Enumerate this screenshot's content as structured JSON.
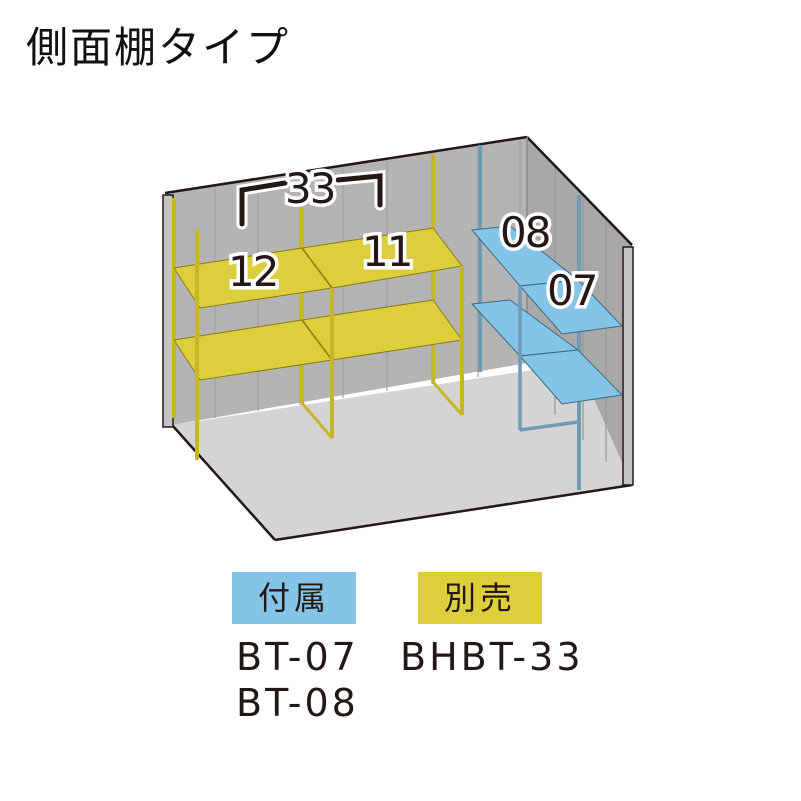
{
  "title": "側面棚タイプ",
  "diagram": {
    "labels": {
      "set_33": "33",
      "shelf_12": "12",
      "shelf_11": "11",
      "shelf_08": "08",
      "shelf_07": "07"
    },
    "colors": {
      "wall": "#b4b4b4",
      "wall_dark": "#a2a2a2",
      "floor": "#d4d4d4",
      "outline": "#231815",
      "yellow_shelf": "#ddcf3c",
      "yellow_frame": "#c9b52a",
      "blue_shelf": "#84c4e6",
      "blue_frame": "#6e9cb6"
    }
  },
  "legend": {
    "included": {
      "label": "付属",
      "color": "#84c4e6",
      "codes": [
        "BT-07",
        "BT-08"
      ]
    },
    "sold_separately": {
      "label": "別売",
      "color": "#ddcf3c",
      "codes": [
        "BHBT-33"
      ]
    }
  }
}
